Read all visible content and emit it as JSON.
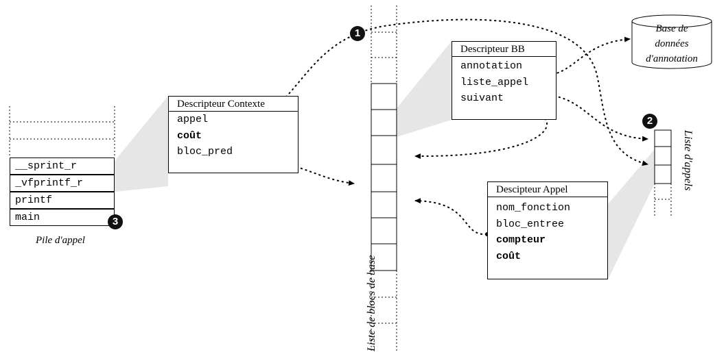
{
  "call_stack": {
    "items": [
      "__sprint_r",
      "_vfprintf_r",
      "printf",
      "main"
    ],
    "caption": "Pile d'appel"
  },
  "context_descriptor": {
    "title": "Descripteur Contexte",
    "fields": [
      {
        "text": "appel",
        "bold": false
      },
      {
        "text": "coût",
        "bold": true
      },
      {
        "text": "bloc_pred",
        "bold": false
      }
    ]
  },
  "bb_list_label": "Liste de blocs de base",
  "bb_descriptor": {
    "title": "Descripteur BB",
    "fields": [
      {
        "text": "annotation",
        "bold": false
      },
      {
        "text": "liste_appel",
        "bold": false
      },
      {
        "text": "suivant",
        "bold": false
      }
    ]
  },
  "annotation_db": {
    "lines": [
      "Base de",
      "données",
      "d'annotation"
    ]
  },
  "call_list_label": "Liste d'appels",
  "call_descriptor": {
    "title": "Descipteur Appel",
    "fields": [
      {
        "text": "nom_fonction",
        "bold": false
      },
      {
        "text": "bloc_entree",
        "bold": false
      },
      {
        "text": "compteur",
        "bold": true
      },
      {
        "text": "coût",
        "bold": true
      }
    ]
  },
  "markers": [
    "1",
    "2",
    "3"
  ]
}
